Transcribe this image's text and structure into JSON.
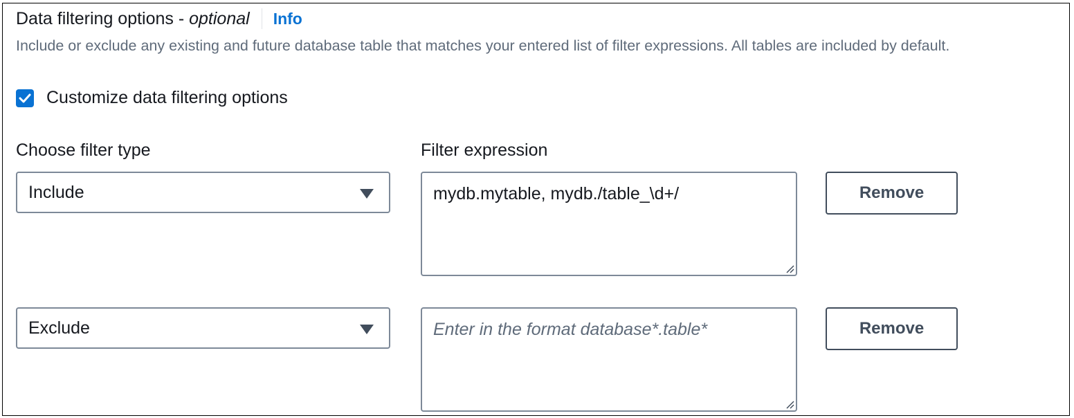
{
  "section": {
    "title": "Data filtering options - ",
    "title_optional": "optional",
    "info_link": "Info",
    "description": "Include or exclude any existing and future database table that matches your entered list of filter expressions. All tables are included by default."
  },
  "customize_checkbox": {
    "label": "Customize data filtering options",
    "checked": true
  },
  "columns": {
    "filter_type_label": "Choose filter type",
    "filter_expression_label": "Filter expression"
  },
  "filters": [
    {
      "type": "Include",
      "expression": "mydb.mytable, mydb./table_\\d+/",
      "placeholder": "",
      "remove_label": "Remove"
    },
    {
      "type": "Exclude",
      "expression": "",
      "placeholder": "Enter in the format database*.table*",
      "remove_label": "Remove"
    }
  ],
  "colors": {
    "accent": "#0972d3",
    "text": "#16191f",
    "secondary_text": "#5f6b7a",
    "input_border": "#7d8998",
    "button_border": "#414d5c"
  }
}
